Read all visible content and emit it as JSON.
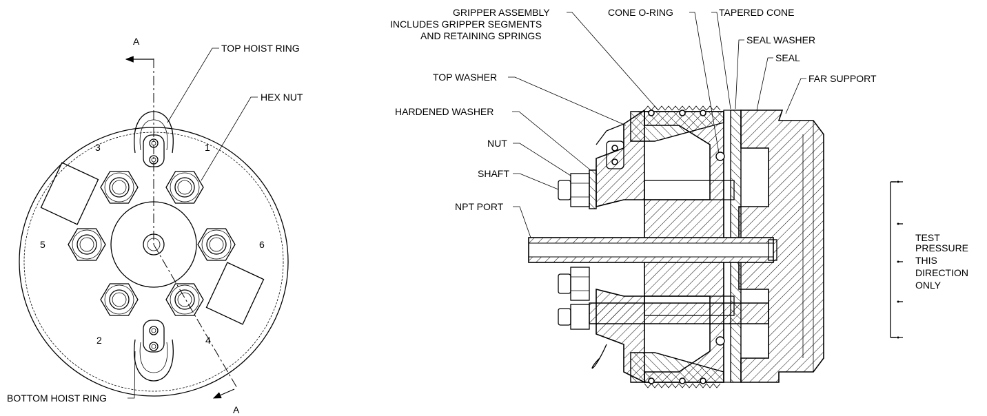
{
  "front_view": {
    "section_letter_top": "A",
    "section_letter_bottom": "A",
    "callouts": {
      "top_hoist_ring": "TOP HOIST RING",
      "hex_nut": "HEX NUT",
      "bottom_hoist_ring": "BOTTOM HOIST RING"
    },
    "bolt_numbers": [
      "1",
      "2",
      "3",
      "4",
      "5",
      "6"
    ]
  },
  "section_view": {
    "callouts": {
      "gripper_assembly_1": "GRIPPER ASSEMBLY",
      "gripper_assembly_2": "INCLUDES GRIPPER SEGMENTS",
      "gripper_assembly_3": "AND RETAINING SPRINGS",
      "cone_o_ring": "CONE O-RING",
      "tapered_cone": "TAPERED CONE",
      "seal_washer": "SEAL WASHER",
      "seal": "SEAL",
      "far_support": "FAR SUPPORT",
      "top_washer": "TOP WASHER",
      "hardened_washer": "HARDENED WASHER",
      "nut": "NUT",
      "shaft": "SHAFT",
      "npt_port": "NPT PORT"
    },
    "test_pressure_note": [
      "TEST",
      "PRESSURE",
      "THIS",
      "DIRECTION",
      "ONLY"
    ]
  }
}
